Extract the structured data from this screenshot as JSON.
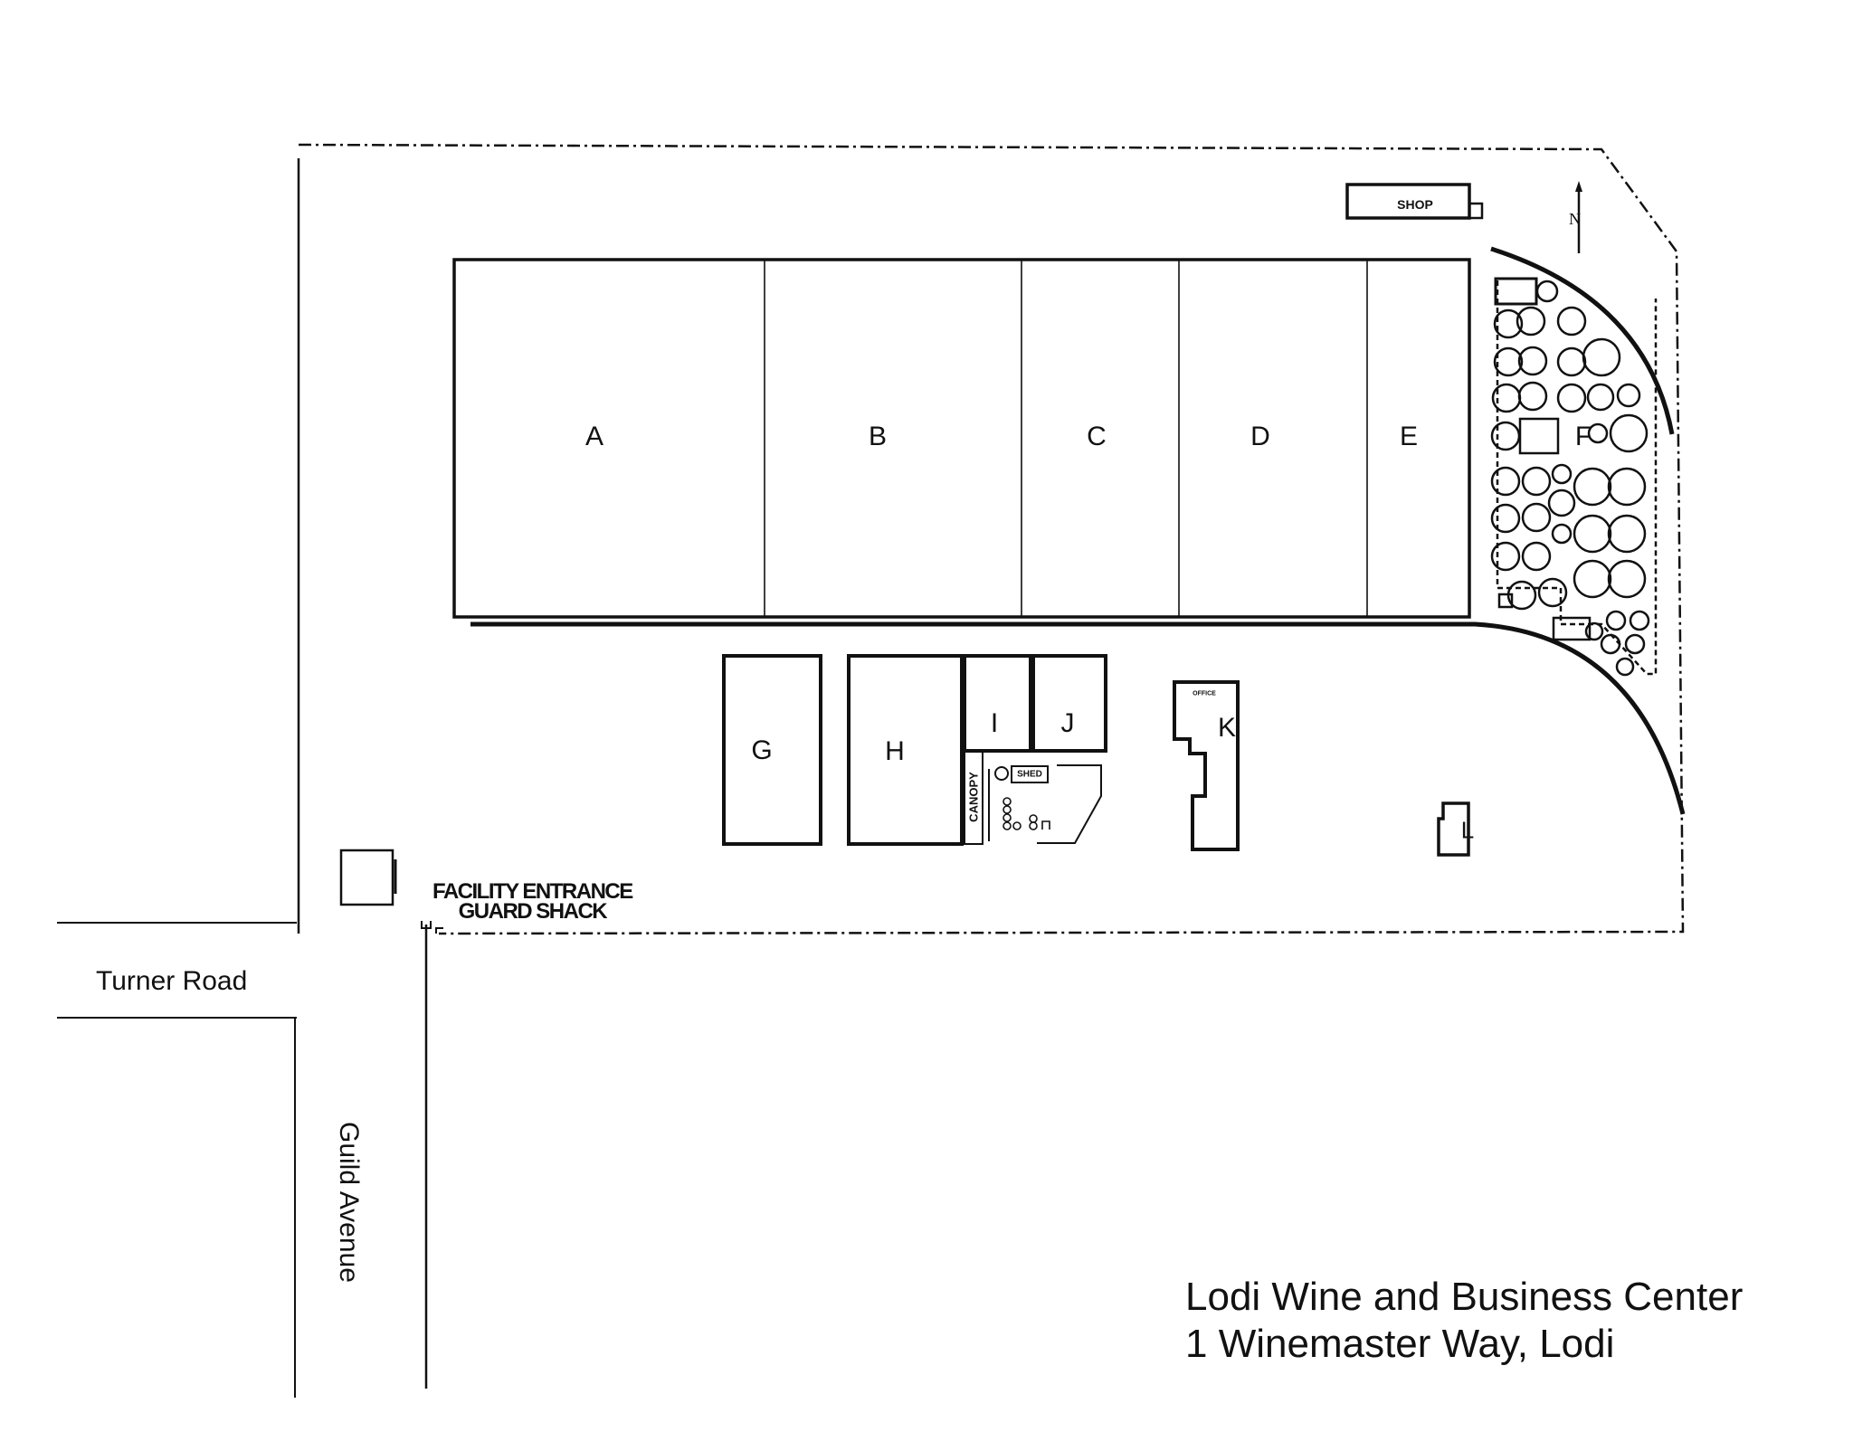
{
  "title": {
    "line1": "Lodi Wine and Business Center",
    "line2": "1 Winemaster Way, Lodi"
  },
  "roads": {
    "turner": "Turner Road",
    "guild": "Guild Avenue"
  },
  "entrance": {
    "line1": "FACILITY ENTRANCE",
    "line2": "GUARD SHACK"
  },
  "compass": {
    "label": "N",
    "icon": "north-arrow-icon"
  },
  "buildings": {
    "A": "A",
    "B": "B",
    "C": "C",
    "D": "D",
    "E": "E",
    "F": "F",
    "G": "G",
    "H": "H",
    "I": "I",
    "J": "J",
    "K": "K",
    "L": "L"
  },
  "annotations": {
    "shop": "SHOP",
    "shed": "SHED",
    "canopy": "CANOPY",
    "office": "OFFICE"
  },
  "colors": {
    "line": "#111111",
    "background": "#ffffff"
  }
}
